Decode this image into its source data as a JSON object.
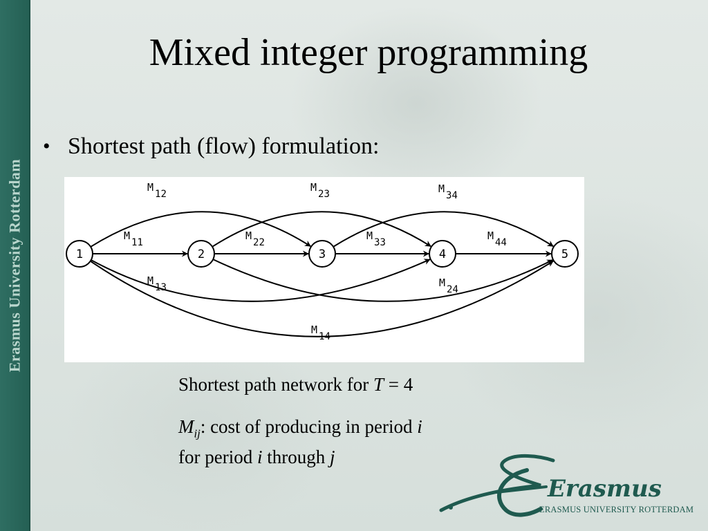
{
  "slide": {
    "title": "Mixed integer programming",
    "sidebar_text": "Erasmus University Rotterdam",
    "bullet": "Shortest path (flow) formulation:",
    "caption_prefix": "Shortest path network for ",
    "caption_var": "T",
    "caption_suffix": " = 4",
    "definition": {
      "symbol": "M",
      "subscript": "ij",
      "line1_text": ": cost of producing in period ",
      "line1_var": "i",
      "line2_text1": "for period ",
      "line2_var1": "i",
      "line2_text2": " through ",
      "line2_var2": "j"
    },
    "logo_script": "Erasmus",
    "logo_caption": "ERASMUS UNIVERSITY ROTTERDAM"
  },
  "diagram": {
    "nodes": [
      {
        "id": 1,
        "label": "1"
      },
      {
        "id": 2,
        "label": "2"
      },
      {
        "id": 3,
        "label": "3"
      },
      {
        "id": 4,
        "label": "4"
      },
      {
        "id": 5,
        "label": "5"
      }
    ],
    "edges": [
      {
        "from": 1,
        "to": 2,
        "label": "M",
        "sub": "11"
      },
      {
        "from": 2,
        "to": 3,
        "label": "M",
        "sub": "22"
      },
      {
        "from": 3,
        "to": 4,
        "label": "M",
        "sub": "33"
      },
      {
        "from": 4,
        "to": 5,
        "label": "M",
        "sub": "44"
      },
      {
        "from": 1,
        "to": 3,
        "label": "M",
        "sub": "12"
      },
      {
        "from": 2,
        "to": 4,
        "label": "M",
        "sub": "23"
      },
      {
        "from": 3,
        "to": 5,
        "label": "M",
        "sub": "34"
      },
      {
        "from": 1,
        "to": 4,
        "label": "M",
        "sub": "13"
      },
      {
        "from": 2,
        "to": 5,
        "label": "M",
        "sub": "24"
      },
      {
        "from": 1,
        "to": 5,
        "label": "M",
        "sub": "14"
      }
    ]
  },
  "colors": {
    "sidebar": "#2a6a5e",
    "sidebar_text": "#b9d6cd",
    "logo": "#1f5a4f",
    "background": "#dfe6e2"
  }
}
